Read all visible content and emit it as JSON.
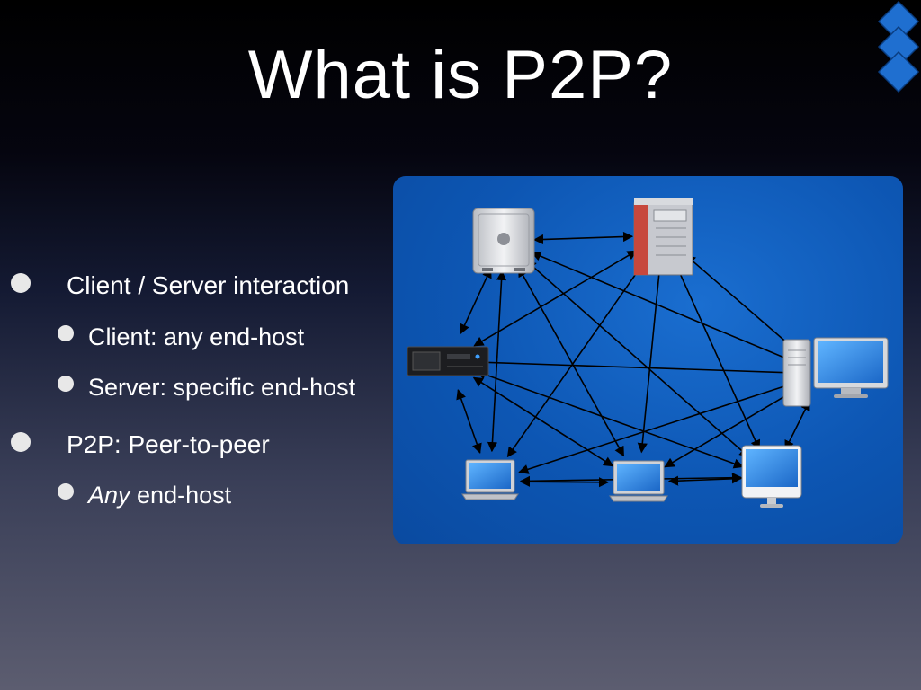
{
  "slide": {
    "title": "What is P2P?",
    "bullets": [
      {
        "text": "Client / Server interaction",
        "level": 1
      },
      {
        "text": "Client: any end-host",
        "level": 2
      },
      {
        "text": "Server: specific end-host",
        "level": 2
      },
      {
        "text": "P2P: Peer-to-peer",
        "level": 1
      },
      {
        "emph": "Any",
        "text": " end-host",
        "level": 2
      }
    ]
  },
  "diagram": {
    "nodes": [
      {
        "id": "n0",
        "icon": "mac-pro-tower-icon"
      },
      {
        "id": "n1",
        "icon": "server-cabinet-icon"
      },
      {
        "id": "n2",
        "icon": "rack-server-icon"
      },
      {
        "id": "n3",
        "icon": "tower-with-display-icon"
      },
      {
        "id": "n4",
        "icon": "laptop-icon"
      },
      {
        "id": "n5",
        "icon": "laptop-icon"
      },
      {
        "id": "n6",
        "icon": "imac-icon"
      }
    ],
    "edges": [
      [
        "n0",
        "n1"
      ],
      [
        "n0",
        "n2"
      ],
      [
        "n0",
        "n3"
      ],
      [
        "n0",
        "n4"
      ],
      [
        "n0",
        "n5"
      ],
      [
        "n0",
        "n6"
      ],
      [
        "n1",
        "n2"
      ],
      [
        "n1",
        "n3"
      ],
      [
        "n1",
        "n4"
      ],
      [
        "n1",
        "n5"
      ],
      [
        "n1",
        "n6"
      ],
      [
        "n2",
        "n3"
      ],
      [
        "n2",
        "n4"
      ],
      [
        "n2",
        "n5"
      ],
      [
        "n2",
        "n6"
      ],
      [
        "n3",
        "n4"
      ],
      [
        "n3",
        "n5"
      ],
      [
        "n3",
        "n6"
      ],
      [
        "n4",
        "n5"
      ],
      [
        "n4",
        "n6"
      ],
      [
        "n5",
        "n6"
      ]
    ],
    "colors": {
      "panel": "#0d56b3",
      "arrow": "#000000"
    }
  }
}
